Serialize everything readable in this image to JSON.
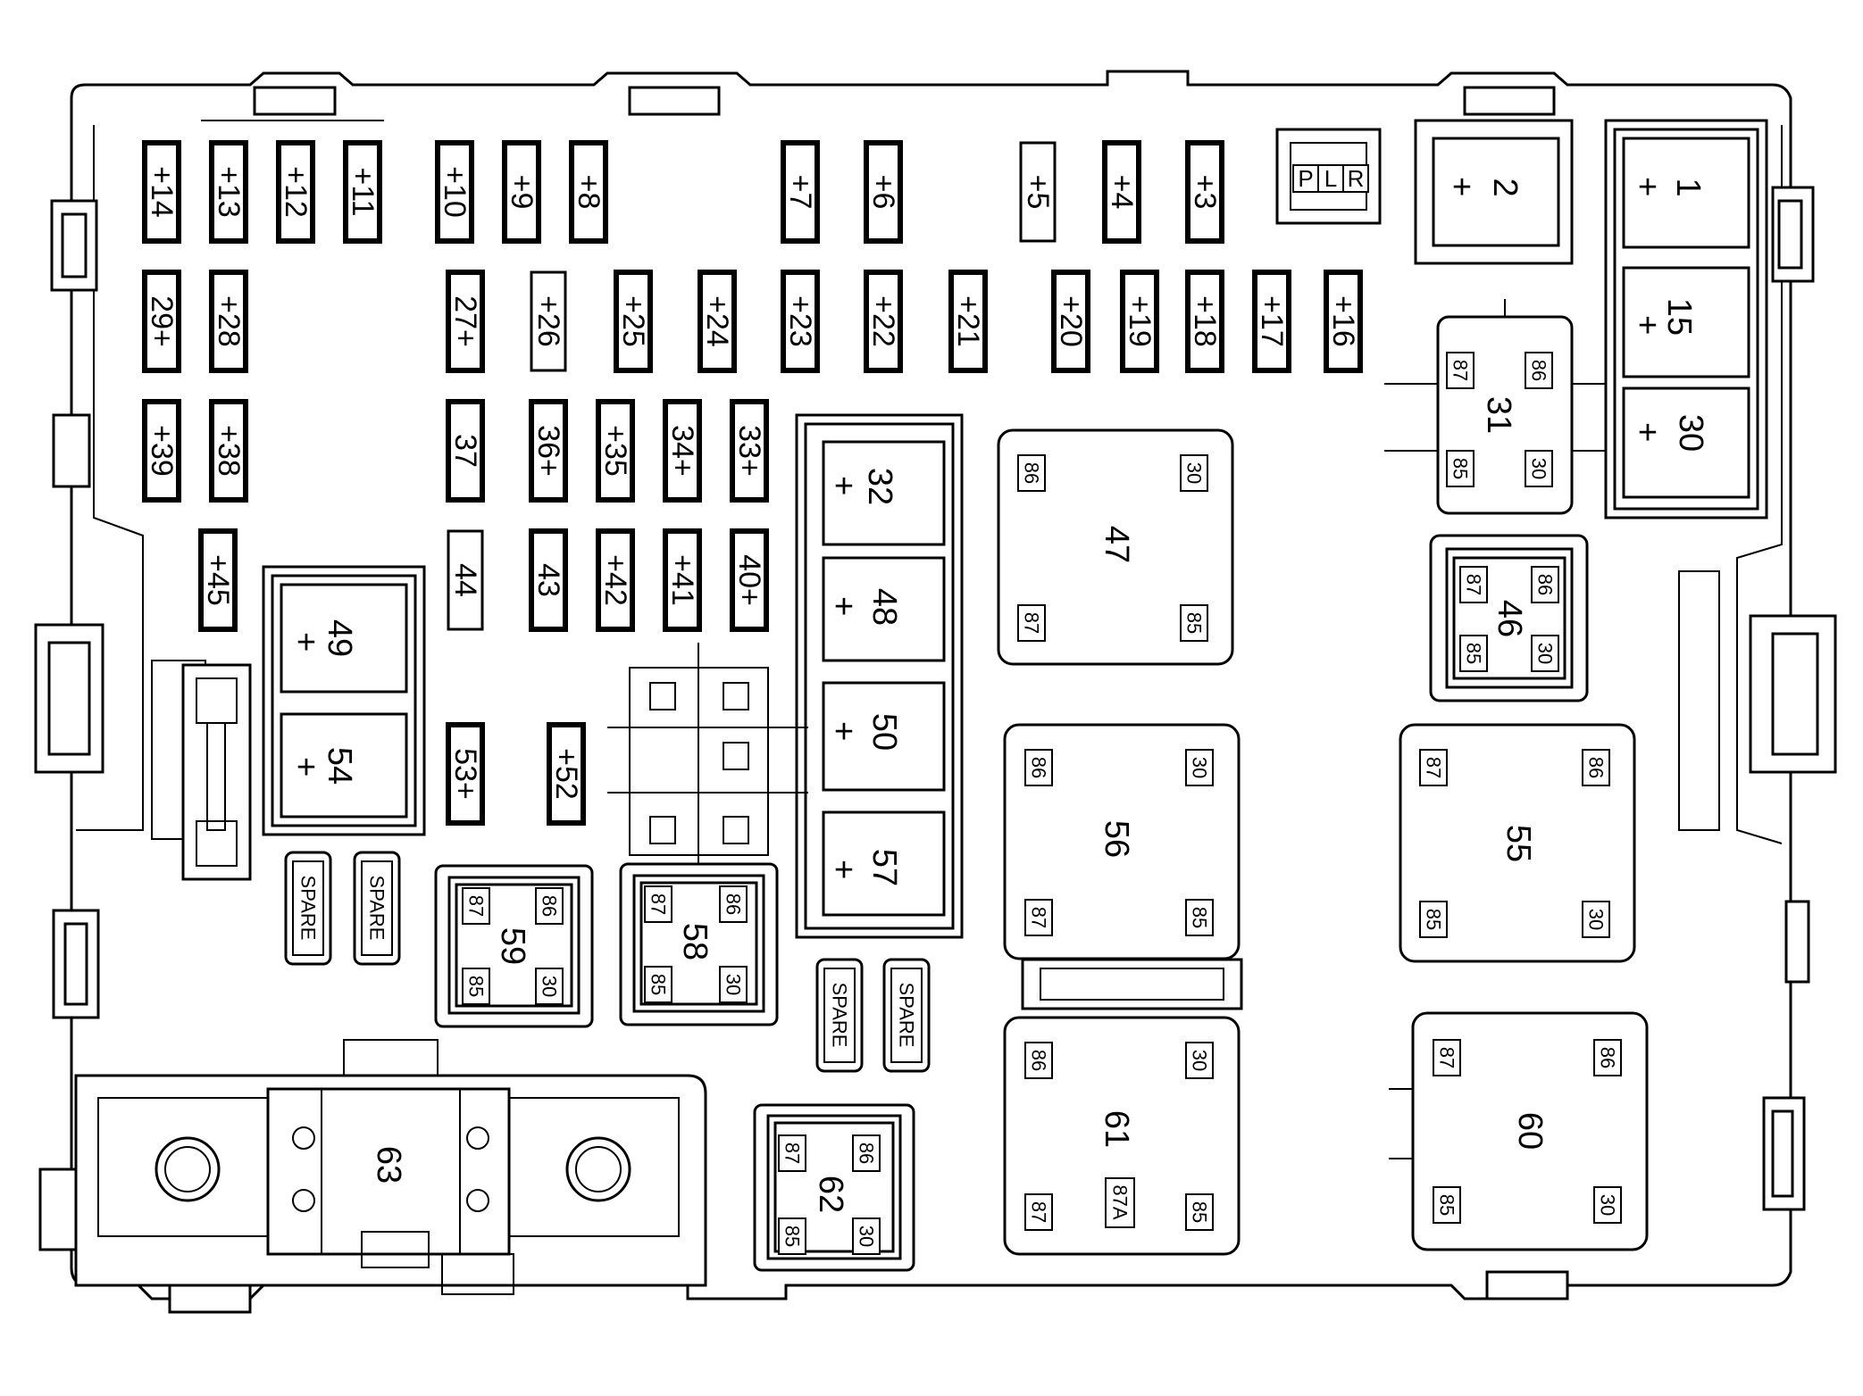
{
  "fuses": {
    "f14": "+14",
    "f13": "+13",
    "f12": "+12",
    "f11": "+11",
    "f10": "+10",
    "f9": "+9",
    "f8": "+8",
    "f7": "+7",
    "f6": "+6",
    "f5": "+5",
    "f4": "+4",
    "f3": "+3",
    "f29": "29+",
    "f28": "+28",
    "f27": "27+",
    "f26": "+26",
    "f25": "+25",
    "f24": "+24",
    "f23": "+23",
    "f22": "+22",
    "f21": "+21",
    "f20": "+20",
    "f19": "+19",
    "f18": "+18",
    "f17": "+17",
    "f16": "+16",
    "f39": "+39",
    "f38": "+38",
    "f37": "37",
    "f36": "36+",
    "f35": "+35",
    "f34": "34+",
    "f33": "33+",
    "f45": "+45",
    "f44": "44",
    "f43": "43",
    "f42": "+42",
    "f41": "+41",
    "f40": "40+",
    "f53": "53+",
    "f52": "+52"
  },
  "cartridges": {
    "c1": "1",
    "c2": "2",
    "c15": "15",
    "c30": "30",
    "c32": "32",
    "c48": "48",
    "c50": "50",
    "c57": "57",
    "c49": "49",
    "c54": "54",
    "plus": "+"
  },
  "relays": {
    "r31": "31",
    "r46": "46",
    "r47": "47",
    "r55": "55",
    "r56": "56",
    "r58": "58",
    "r59": "59",
    "r60": "60",
    "r61": "61",
    "r62": "62"
  },
  "pins": {
    "p85": "85",
    "p86": "86",
    "p87": "87",
    "p30": "30",
    "p87a": "87A"
  },
  "megafuse": {
    "label": "63"
  },
  "spare": {
    "label": "SPARE"
  },
  "plr": {
    "p": "P",
    "l": "L",
    "r": "R"
  }
}
